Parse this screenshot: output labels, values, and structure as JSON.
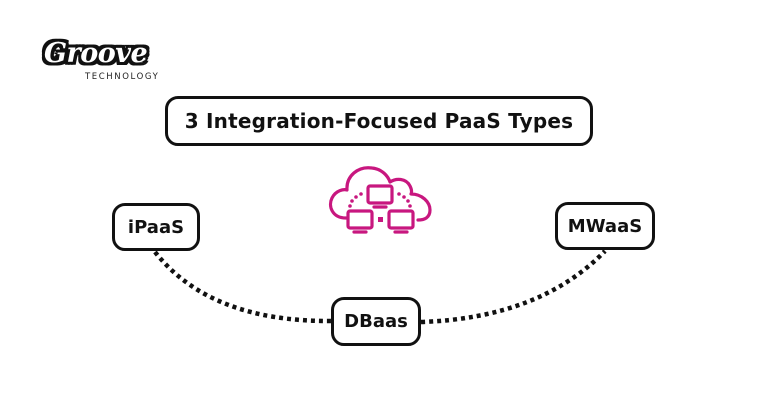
{
  "logo": {
    "brand": "Groove",
    "subtitle": "TECHNOLOGY"
  },
  "diagram": {
    "title": "3 Integration-Focused PaaS Types",
    "center_icon": "cloud-network-icon",
    "accent_color": "#c8177f",
    "nodes": [
      {
        "id": "ipaas",
        "label": "iPaaS"
      },
      {
        "id": "dbaas",
        "label": "DBaas"
      },
      {
        "id": "mwaas",
        "label": "MWaaS"
      }
    ],
    "edges": [
      {
        "from": "iPaaS",
        "to": "DBaas",
        "style": "dotted"
      },
      {
        "from": "DBaas",
        "to": "MWaaS",
        "style": "dotted"
      }
    ]
  }
}
